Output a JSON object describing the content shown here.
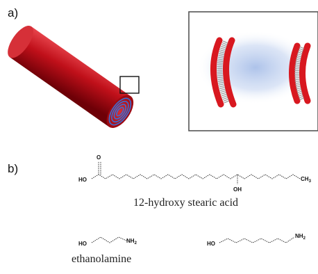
{
  "panels": {
    "a": {
      "label": "a)"
    },
    "b": {
      "label": "b)"
    }
  },
  "molecules": {
    "hydroxy_stearic_acid": {
      "name": "12-hydroxy stearic acid",
      "atoms": {
        "oxygen_top": "O",
        "acid_end": "HO",
        "hydroxyl": "OH",
        "methyl": "CH",
        "methyl_sub": "3"
      }
    },
    "ethanolamine": {
      "name": "ethanolamine",
      "atoms": {
        "hydroxyl": "HO",
        "amine": "NH",
        "amine_sub": "2"
      }
    },
    "amino_alcohol": {
      "atoms": {
        "hydroxyl": "HO",
        "amine": "NH",
        "amine_sub": "2"
      }
    }
  },
  "colors": {
    "fiber": "#c0101a",
    "fiber_dark": "#7a0008",
    "fiber_highlight": "#e8454d",
    "core_rings": "#3a6fd6",
    "membrane_head": "#d81820",
    "membrane_tail": "#8a8a8a",
    "inset_glow": "#9fb8e6",
    "inset_border": "#555555"
  }
}
